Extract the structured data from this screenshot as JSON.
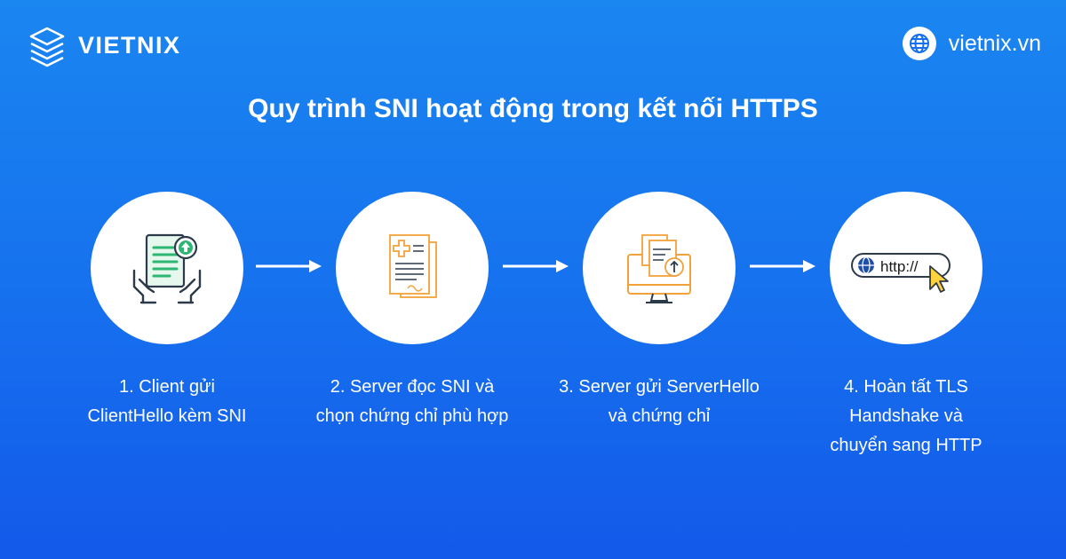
{
  "brand": {
    "name": "VIETNIX",
    "logo_icon": "stacked-layers-icon"
  },
  "site": {
    "url": "vietnix.vn",
    "icon": "globe-icon"
  },
  "title": "Quy trình SNI hoạt động trong kết nối HTTPS",
  "colors": {
    "background_top": "#1a86f0",
    "background_bottom": "#1359ea",
    "icon_green": "#2bb673",
    "icon_orange": "#f2a23a",
    "icon_dark": "#2d3a4a",
    "cursor_yellow": "#ffd33d"
  },
  "steps": [
    {
      "icon": "document-upload-hands-icon",
      "lines": [
        "1. Client gửi",
        "ClientHello kèm SNI"
      ]
    },
    {
      "icon": "certificate-documents-icon",
      "lines": [
        "2. Server đọc SNI và",
        "chọn chứng chỉ phù hợp"
      ]
    },
    {
      "icon": "monitor-upload-documents-icon",
      "lines": [
        "3. Server gửi ServerHello",
        "và chứng chỉ"
      ]
    },
    {
      "icon": "browser-url-cursor-icon",
      "url_text": "http://",
      "lines": [
        "4. Hoàn tất TLS",
        "Handshake và",
        "chuyển sang HTTP"
      ]
    }
  ],
  "connector": "right-arrow-icon"
}
